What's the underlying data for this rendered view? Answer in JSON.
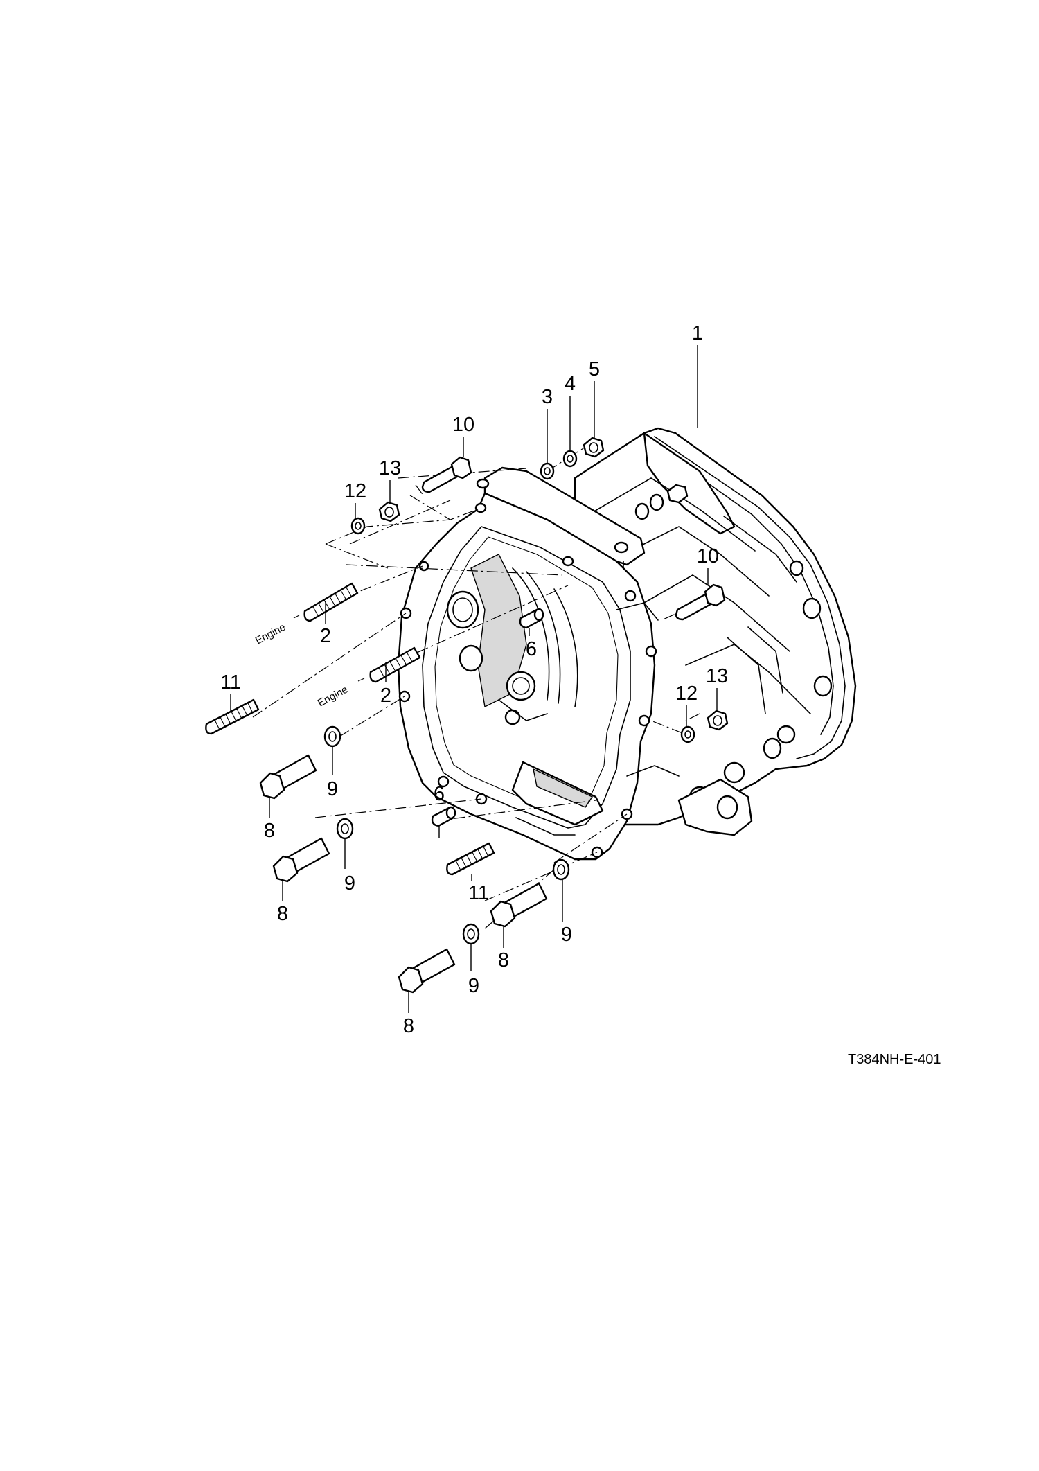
{
  "callouts": [
    "1",
    "2",
    "2",
    "3",
    "4",
    "5",
    "6",
    "6",
    "8",
    "8",
    "8",
    "8",
    "9",
    "9",
    "9",
    "9",
    "10",
    "10",
    "11",
    "11",
    "12",
    "12",
    "13",
    "13"
  ],
  "engine_labels": [
    "Engine",
    "Engine"
  ],
  "figure_code": "T384NH-E-401"
}
